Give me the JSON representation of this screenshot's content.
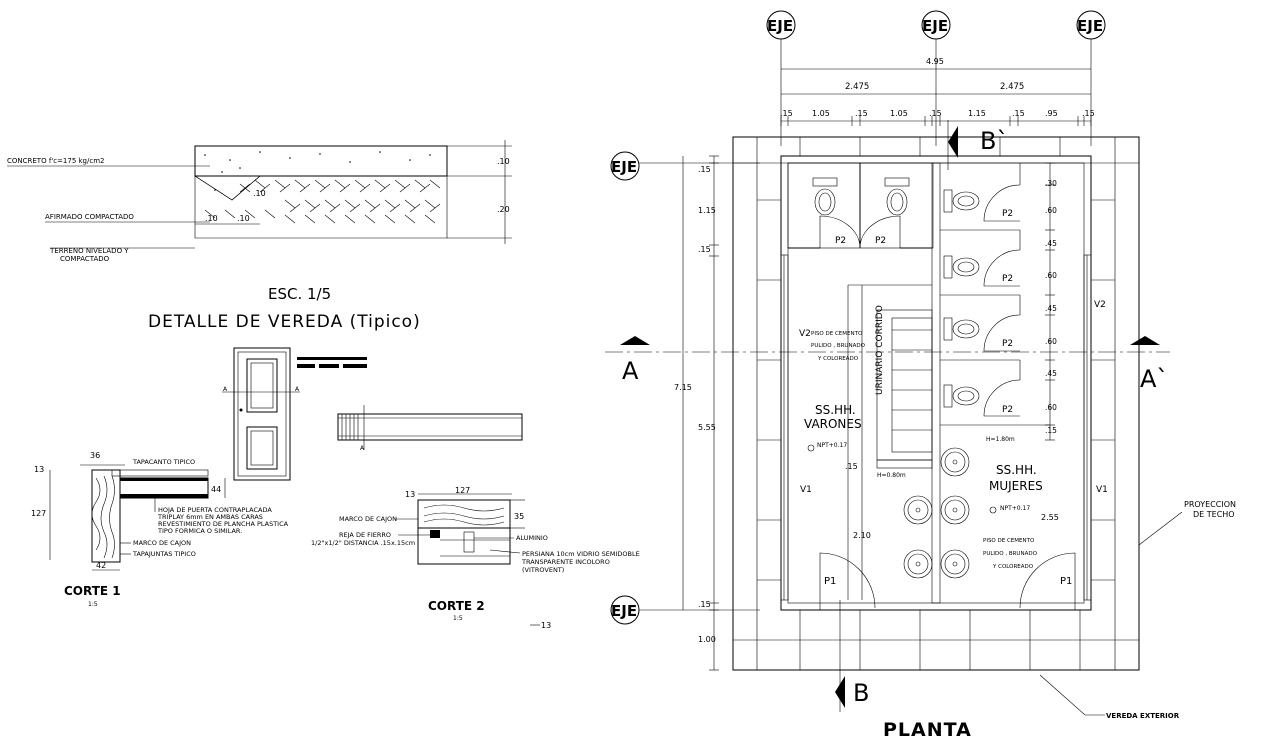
{
  "vereda_detail": {
    "label_concreto": "CONCRETO f'c=175 kg/cm2",
    "label_afirmado": "AFIRMADO COMPACTADO",
    "label_terreno_1": "TERRENO NIVELADO Y",
    "label_terreno_2": "COMPACTADO",
    "dim_10a": ".10",
    "dim_20": ".20",
    "dim_10b": ".10",
    "dim_10c": ".10",
    "dim_10d": ".10",
    "scale": "ESC. 1/5",
    "title": "DETALLE DE VEREDA (Tipico)"
  },
  "door_detail": {
    "mark_a1": "A",
    "mark_a2": "A",
    "mark_a3": "A"
  },
  "corte1": {
    "dim_36": "36",
    "dim_13": "13",
    "dim_127": "127",
    "dim_44": "44",
    "dim_42": "42",
    "label_tapacanto": "TAPACANTO TIPICO",
    "label_hoja_1": "HOJA DE PUERTA CONTRAPLACADA",
    "label_hoja_2": "TRIPLAY 6mm EN AMBAS CARAS",
    "label_hoja_3": "REVESTIMIENTO DE PLANCHA PLASTICA",
    "label_hoja_4": "TIPO FORMICA O SIMILAR.",
    "label_marco": "MARCO DE CAJON",
    "label_tapajuntas": "TAPAJUNTAS TIPICO",
    "title": "CORTE 1",
    "scale": "1:5"
  },
  "corte2": {
    "dim_127": "127",
    "dim_13": "13",
    "dim_35": "35",
    "label_marco": "MARCO DE CAJON",
    "label_reja": "REJA DE FIERRO",
    "label_reja_2": "1/2\"x1/2\" DISTANCIA .15x.15cm",
    "label_aluminio": "ALUMINIO",
    "label_persiana_1": "PERSIANA 10cm VIDRIO SEMIDOBLE",
    "label_persiana_2": "TRANSPARENTE INCOLORO",
    "label_persiana_3": "(VITROVENT)",
    "title": "CORTE 2",
    "scale": "1:5",
    "misc": "13"
  },
  "planta": {
    "eje": "EJE",
    "dim_total": "4.95",
    "dim_half_left": "2.475",
    "dim_half_right": "2.475",
    "dims_top": [
      ".15",
      "1.05",
      ".15",
      "1.05",
      ".15",
      "1.15",
      ".15",
      ".95",
      ".15"
    ],
    "dims_left": [
      ".15",
      "1.15",
      ".15",
      "5.55",
      ".15",
      "1.00"
    ],
    "dim_left_total": "7.15",
    "dims_right": [
      ".30",
      ".60",
      ".45",
      ".60",
      ".45",
      ".60",
      ".45",
      ".60",
      ".15"
    ],
    "dim_2_10": "2.10",
    "dim_2_55": "2.55",
    "dim_15_mid": ".15",
    "door_p2": "P2",
    "door_p1": "P1",
    "window_v2": "V2",
    "window_v1": "V1",
    "urinario": "URINARIO CORRIDO",
    "h080": "H=0.80m",
    "h180": "H=1.80m",
    "npt": "NPT+0.17",
    "piso_1": "PISO DE CEMENTO",
    "piso_2": "PULIDO , BRUNADO",
    "piso_3": "Y COLOREADO",
    "room_varones_1": "SS.HH.",
    "room_varones_2": "VARONES",
    "room_mujeres_1": "SS.HH.",
    "room_mujeres_2": "MUJERES",
    "section_a": "A",
    "section_a2": "A`",
    "section_b": "B",
    "section_b2": "B`",
    "proyeccion_1": "PROYECCION",
    "proyeccion_2": "DE TECHO",
    "vereda_exterior": "VEREDA EXTERIOR",
    "title": "PLANTA"
  }
}
